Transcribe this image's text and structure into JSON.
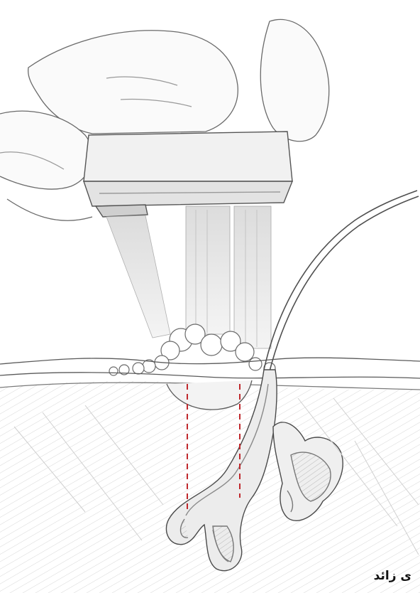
{
  "caption": {
    "text": "ی زائد"
  },
  "colors": {
    "line": "#4a4a4a",
    "light_line": "#9a9a9a",
    "hatch": "#c9c9c9",
    "dashed_guide": "#c0282d",
    "background": "#ffffff",
    "caption": "#111111"
  },
  "elements": {
    "hands": "hand-holding-device",
    "device": "laser-handpiece",
    "beams": "light-beams",
    "plume": "vapor-plume",
    "skin": "skin-surface",
    "follicle": "hair-follicle",
    "gland": "sebaceous-gland",
    "guides": "dashed-target-guides"
  }
}
